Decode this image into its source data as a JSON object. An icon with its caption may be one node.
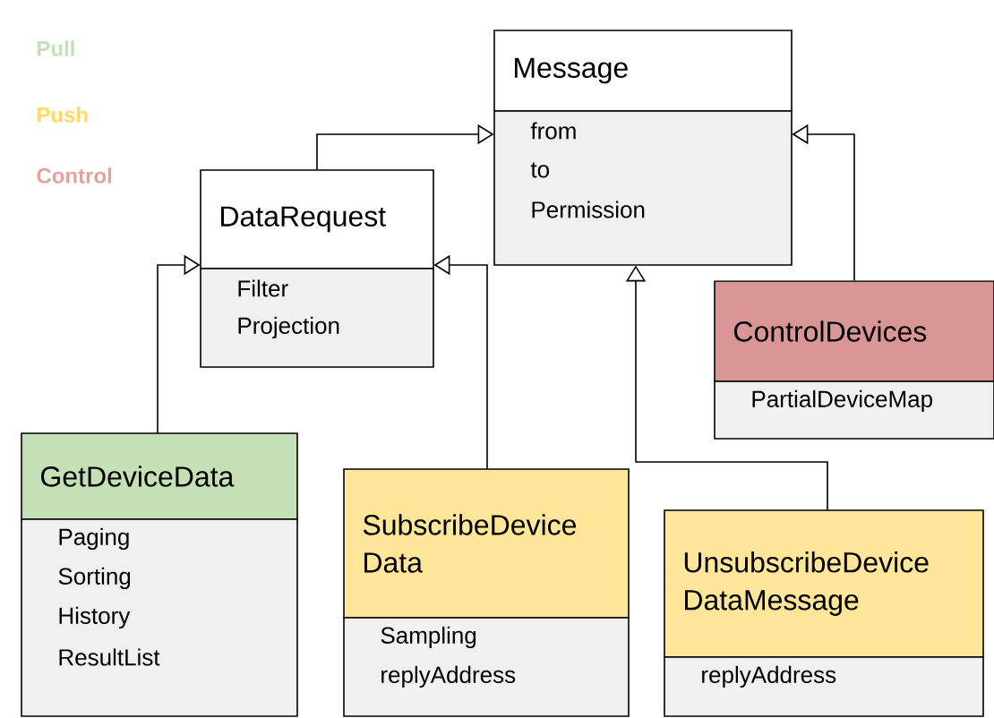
{
  "diagram": {
    "nodes": [
      {
        "text": [
          "Message",
          "from",
          "to",
          "Permission"
        ]
      },
      {
        "text": [
          "DataRequest",
          "Filter",
          "Projection"
        ]
      },
      {
        "text": [
          "ControlDevices",
          "PartialDeviceMap"
        ]
      },
      {
        "text": [
          "GetDeviceData",
          "Paging",
          "Sorting",
          "History",
          "ResultList"
        ]
      },
      {
        "text": [
          "SubscribeDevice Data",
          "Sampling",
          "replyAddress"
        ]
      },
      {
        "text": [
          "UnsubscribeDevice DataMessage",
          "replyAddress"
        ]
      }
    ],
    "edges": [
      {
        "from": 1,
        "to": 0,
        "arrow": "to"
      },
      {
        "from": 3,
        "to": 1,
        "arrow": "to"
      },
      {
        "from": 4,
        "to": 1,
        "arrow": "to"
      },
      {
        "from": 5,
        "to": 0,
        "arrow": "to"
      },
      {
        "from": 2,
        "to": 0,
        "arrow": "to"
      }
    ],
    "legend": [
      {
        "text": "Pull",
        "color": "#c5e0b4"
      },
      {
        "text": "Push",
        "color": "#ffd966"
      },
      {
        "text": "Control",
        "color": "#e6a0a0"
      }
    ]
  }
}
